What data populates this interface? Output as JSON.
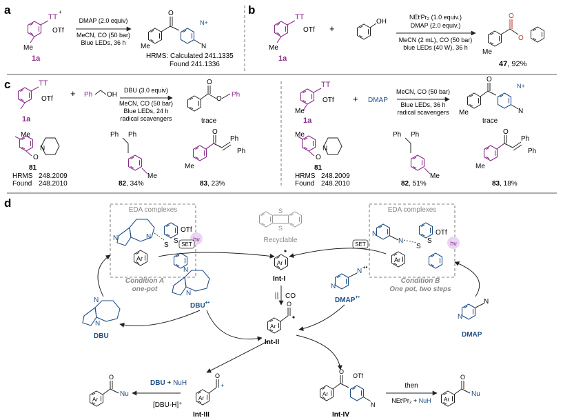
{
  "panels": {
    "a": {
      "label": "a",
      "cond1": "DMAP (2.0 equiv)",
      "cond2": "MeCN, CO (50 bar)",
      "cond3": "Blue LEDs, 36 h",
      "reagent_id": "1a",
      "reagent_tt": "TT",
      "reagent_otf": "OTf",
      "me": "Me",
      "hrms_calc": "HRMS: Calculated  241.1335",
      "hrms_found": "Found   241.1336"
    },
    "b": {
      "label": "b",
      "cond1": "NEtⁱPr₂ (1.0 equiv.)",
      "cond2": "DMAP (2.0 equiv.)",
      "cond3": "MeCN (2 mL), CO (50 bar)",
      "cond4": "blue LEDs (40 W), 36 h",
      "reagent_id": "1a",
      "plus": "+",
      "oh": "OH",
      "product_id": "47",
      "product_yield": ", 92%"
    },
    "c": {
      "label": "c",
      "left": {
        "cond1": "DBU (3.0 equiv)",
        "cond2": "MeCN, CO (50 bar)",
        "cond3": "Blue LEDs, 24 h",
        "cond4": "radical scavengers",
        "reagent_id": "1a",
        "plus": "+",
        "ph": "Ph",
        "oh": "OH",
        "result": "trace",
        "p81": "81",
        "hrms_label": "HRMS",
        "hrms_value": "248.2009",
        "found_label": "Found",
        "found_value": "248.2010",
        "p82": "82",
        "p82_yield": ", 34%",
        "p83": "83",
        "p83_yield": ", 23%"
      },
      "right": {
        "cond1": "MeCN, CO (50 bar)",
        "cond2": "Blue LEDs, 36 h",
        "cond3": "radical scavengers",
        "reagent_id": "1a",
        "plus": "+",
        "dmap": "DMAP",
        "result": "trace",
        "p81": "81",
        "hrms_label": "HRMS",
        "hrms_value": "248.2009",
        "found_label": "Found",
        "found_value": "248.2010",
        "p82": "82",
        "p82_yield": ", 51%",
        "p83": "83",
        "p83_yield": ", 18%"
      }
    },
    "d": {
      "label": "d",
      "eda_left": "EDA complexes",
      "eda_right": "EDA complexes",
      "hv": "hν",
      "set": "SET",
      "recyclable": "Recyclable",
      "int1": "Int-I",
      "int2": "Int-II",
      "int3": "Int-III",
      "int4": "Int-IV",
      "co": "CO",
      "condA1": "Condition A",
      "condA2": "one-pot",
      "condB1": "Condition B",
      "condB2": "One pot, two steps",
      "dbu": "DBU",
      "dbu_rad": "DBU",
      "dmap": "DMAP",
      "dmap_rad": "DMAP",
      "nuh_dbu": "DBU",
      "nuh_plus": " + ",
      "nuh": "NuH",
      "dbuh": "[DBU-H]⁺",
      "then": "then",
      "net": "NEtⁱPr₂ + ",
      "nuh2": "NuH",
      "nu": "Nu",
      "ar": "Ar",
      "otf": "OTf"
    }
  }
}
